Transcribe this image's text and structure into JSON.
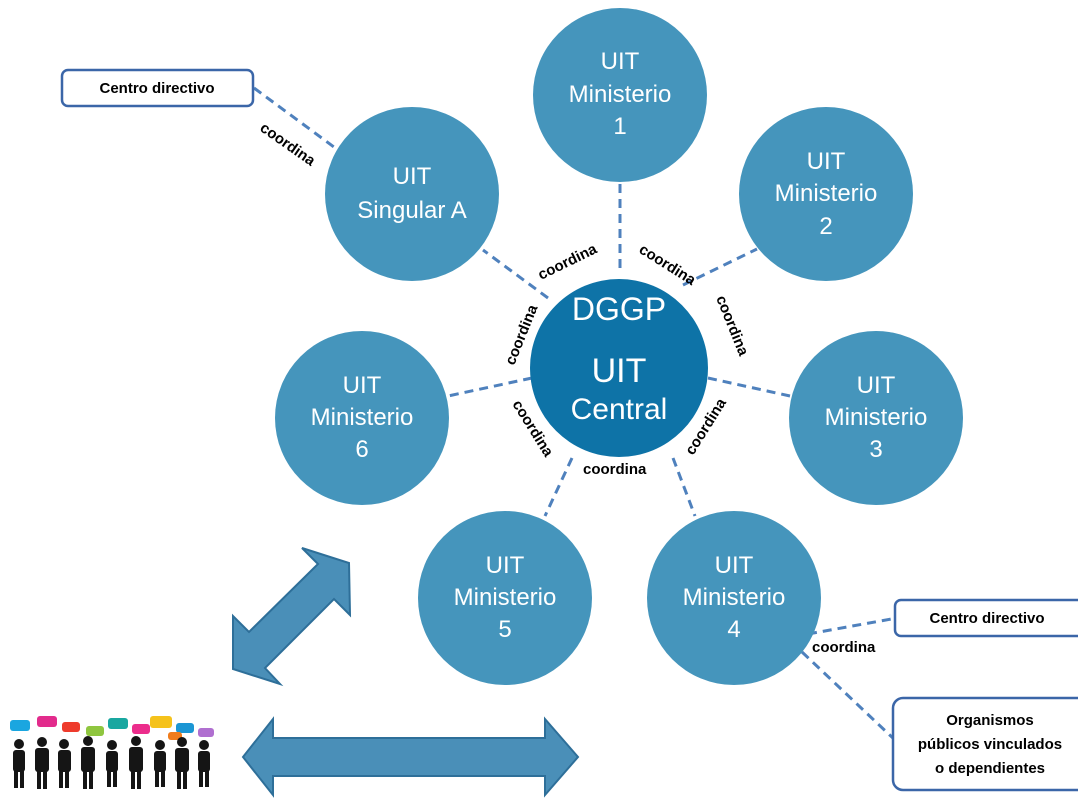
{
  "central": {
    "line1": "DGGP",
    "line2": "UIT",
    "line3": "Central"
  },
  "nodes": {
    "singular_a": [
      "UIT",
      "Singular A"
    ],
    "ministerio_1": [
      "UIT",
      "Ministerio",
      "1"
    ],
    "ministerio_2": [
      "UIT",
      "Ministerio",
      "2"
    ],
    "ministerio_3": [
      "UIT",
      "Ministerio",
      "3"
    ],
    "ministerio_4": [
      "UIT",
      "Ministerio",
      "4"
    ],
    "ministerio_5": [
      "UIT",
      "Ministerio",
      "5"
    ],
    "ministerio_6": [
      "UIT",
      "Ministerio",
      "6"
    ]
  },
  "link_label": "coordina",
  "boxes": {
    "centro_directivo_top": "Centro directivo",
    "centro_directivo_right": "Centro directivo",
    "organismos": [
      "Organismos",
      "públicos  vinculados",
      "o dependientes"
    ]
  },
  "colors": {
    "node_fill": "#4595bc",
    "central_fill": "#0e73a7",
    "link": "#4f81bd",
    "arrow_fill": "#4a8fb8",
    "arrow_stroke": "#2e6f99",
    "box_border": "#3b66a8"
  },
  "icons": [
    "people-crowd-icon",
    "diagonal-double-arrow-icon",
    "horizontal-double-arrow-icon"
  ]
}
